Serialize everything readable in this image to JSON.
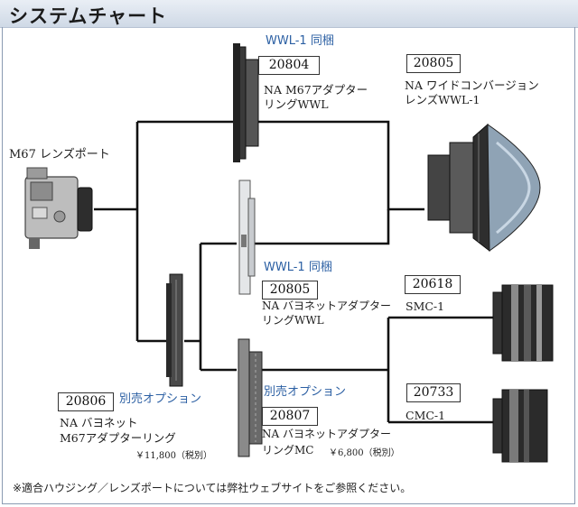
{
  "title": "システムチャート",
  "nodes": {
    "port": {
      "label": "M67 レンズポート"
    },
    "adapter_wwl": {
      "bundle": "WWL-1 同梱",
      "code": "20804",
      "name_line1": "NA M67アダプター",
      "name_line2": "リングWWL"
    },
    "wwl_lens": {
      "code": "20805",
      "name_line1": "NA ワイドコンバージョン",
      "name_line2": "レンズWWL-1"
    },
    "bayonet_wwl": {
      "bundle": "WWL-1 同梱",
      "code": "20805",
      "name_line1": "NA バヨネットアダプター",
      "name_line2": "リングWWL"
    },
    "smc": {
      "code": "20618",
      "name": "SMC-1"
    },
    "cmc": {
      "code": "20733",
      "name": "CMC-1"
    },
    "bayonet": {
      "code": "20806",
      "option": "別売オプション",
      "name_line1": "NA バヨネット",
      "name_line2": "M67アダプターリング",
      "price": "￥11,800（税別）"
    },
    "bayonet_mc": {
      "option": "別売オプション",
      "code": "20807",
      "name_line1": "NA バヨネットアダプター",
      "name_line2": "リングMC",
      "price": "￥6,800（税別）"
    }
  },
  "footer_note": "※適合ハウジング／レンズポートについては弊社ウェブサイトをご参照ください。",
  "colors": {
    "title_bg": "#d7e0eb",
    "accent_blue": "#2b5fa3",
    "line": "#111111"
  }
}
